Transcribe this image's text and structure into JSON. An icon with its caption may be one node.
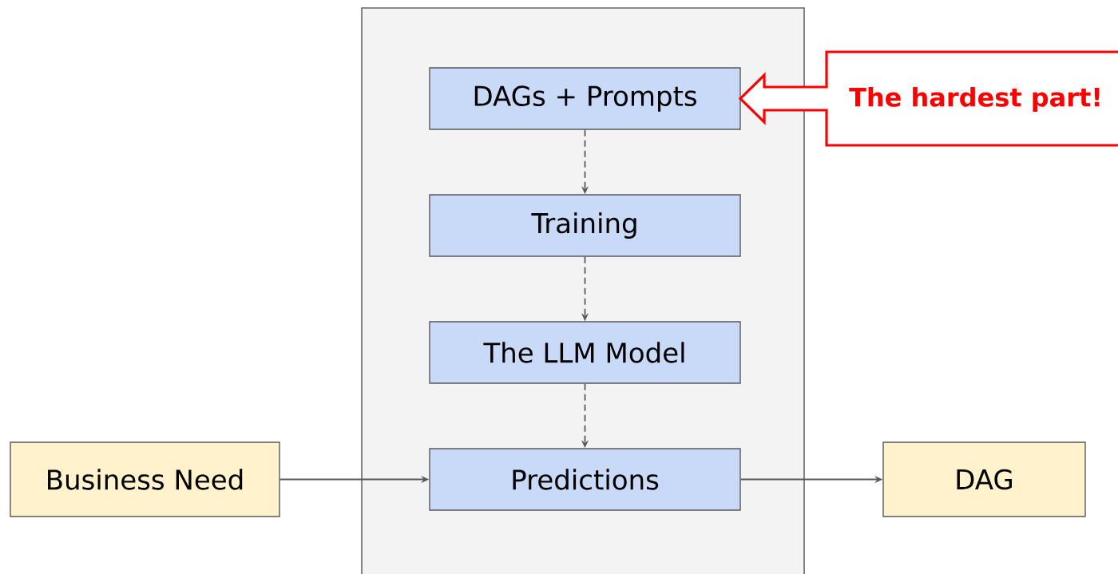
{
  "diagram": {
    "nodes": [
      {
        "text": [],
        "shape": "box"
      },
      {
        "text": [
          "DAGs + Prompts"
        ],
        "in": 0
      },
      {
        "text": [
          "Training"
        ],
        "in": 0
      },
      {
        "text": [
          "The LLM Model"
        ],
        "in": 0
      },
      {
        "text": [
          "Predictions"
        ],
        "in": 0
      },
      {
        "text": [
          "Business Need"
        ]
      },
      {
        "text": [
          "DAG"
        ]
      },
      {
        "text": [
          "The hardest part!"
        ]
      }
    ],
    "edges": [
      {
        "from": 1,
        "to": 2,
        "arrow": "to",
        "style": "dashed"
      },
      {
        "from": 2,
        "to": 3,
        "arrow": "to",
        "style": "dashed"
      },
      {
        "from": 3,
        "to": 4,
        "arrow": "to",
        "style": "dashed"
      },
      {
        "from": 5,
        "to": 4,
        "arrow": "to"
      },
      {
        "from": 4,
        "to": 6,
        "arrow": "to"
      }
    ]
  }
}
